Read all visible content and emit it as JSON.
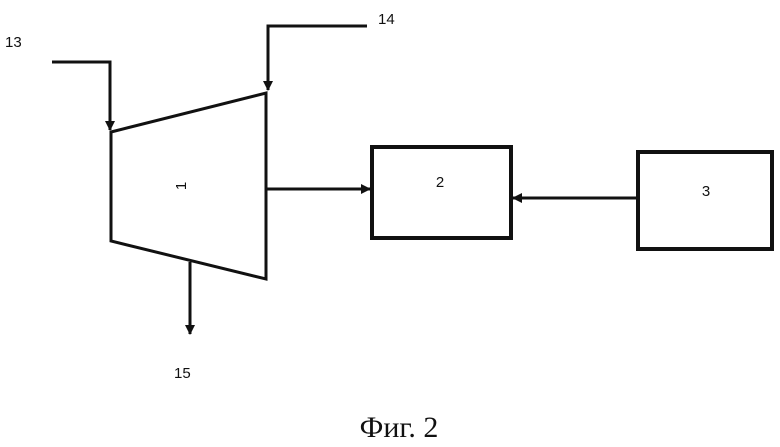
{
  "diagram": {
    "block_1_label": "1",
    "block_2_label": "2",
    "block_3_label": "3",
    "input_13_label": "13",
    "input_14_label": "14",
    "output_15_label": "15"
  },
  "caption": "Фиг. 2"
}
